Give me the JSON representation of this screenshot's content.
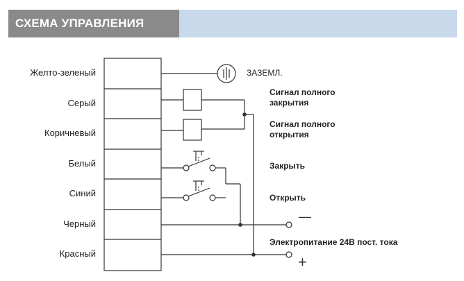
{
  "header": {
    "title": "СХЕМА УПРАВЛЕНИЯ"
  },
  "wires": [
    {
      "label": "Желто-зеленый"
    },
    {
      "label": "Серый"
    },
    {
      "label": "Коричневый"
    },
    {
      "label": "Белый"
    },
    {
      "label": "Синий"
    },
    {
      "label": "Черный"
    },
    {
      "label": "Красный"
    }
  ],
  "ground": {
    "label": "ЗАЗЕМЛ."
  },
  "signals": {
    "closed": "Сигнал полного закрытия",
    "closed_l1": "Сигнал полного",
    "closed_l2": "закрытия",
    "opened_l1": "Сигнал полного",
    "opened_l2": "открытия",
    "close": "Закрыть",
    "open": "Открыть",
    "power": "Электропитание 24В пост. тока"
  },
  "polarity": {
    "minus": "—",
    "plus": "+"
  },
  "colors": {
    "header_bg": "#8a8a8a",
    "header_band": "#c9d9ec",
    "line": "#333333"
  }
}
